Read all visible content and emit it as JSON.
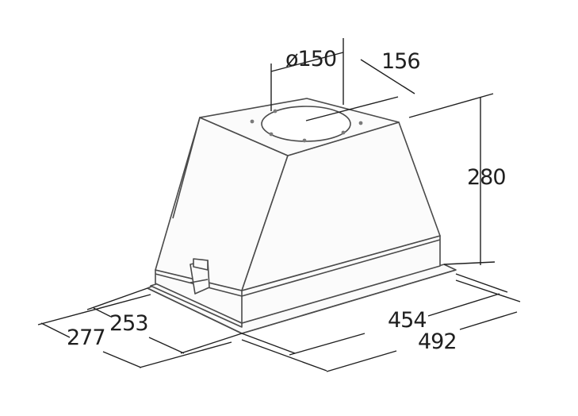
{
  "diagram": {
    "labels": {
      "duct_diameter": "ø150",
      "duct_offset": "156",
      "height": "280",
      "width_inner": "454",
      "width_outer": "492",
      "depth_inner": "253",
      "depth_outer": "277"
    }
  }
}
